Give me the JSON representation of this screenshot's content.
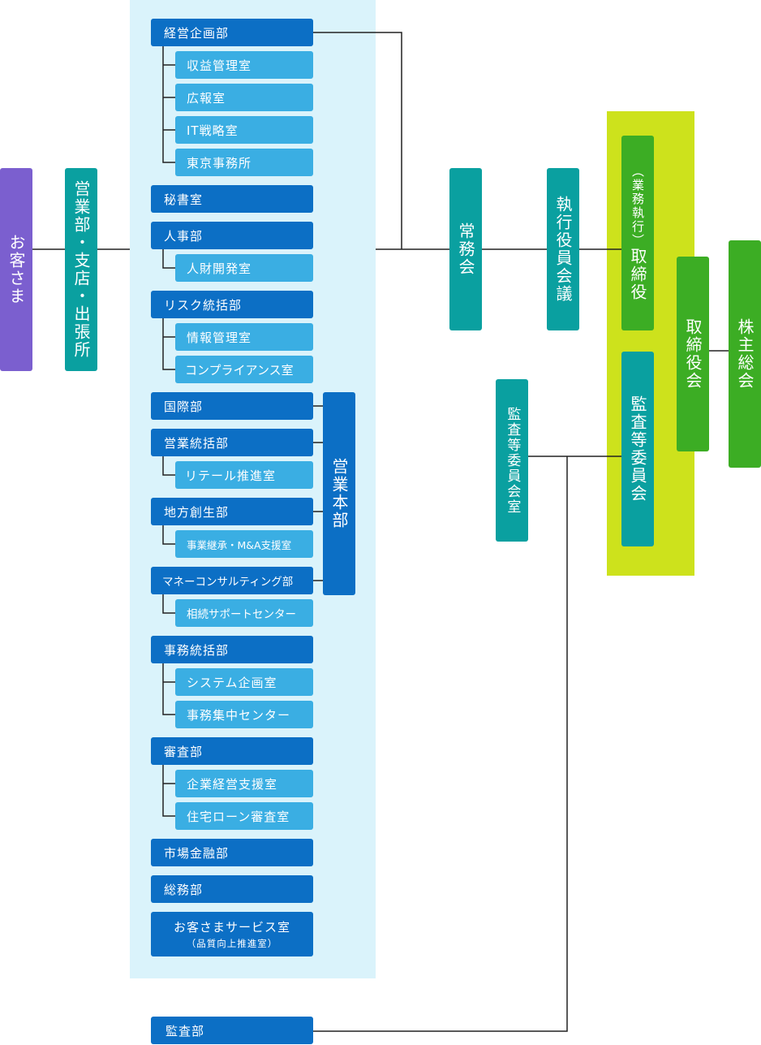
{
  "customer": "お客さま",
  "branches": "営業部・支店・出張所",
  "departments": [
    {
      "id": "keiei",
      "label": "経営企画部",
      "subs": [
        "収益管理室",
        "広報室",
        "IT戦略室",
        "東京事務所"
      ]
    },
    {
      "id": "hisho",
      "label": "秘書室",
      "subs": []
    },
    {
      "id": "jinji",
      "label": "人事部",
      "subs": [
        "人財開発室"
      ]
    },
    {
      "id": "risk",
      "label": "リスク統括部",
      "subs": [
        "情報管理室",
        "コンプライアンス室"
      ]
    },
    {
      "id": "kokusai",
      "label": "国際部",
      "subs": []
    },
    {
      "id": "eigyo",
      "label": "営業統括部",
      "subs": [
        "リテール推進室"
      ]
    },
    {
      "id": "chiho",
      "label": "地方創生部",
      "subs": [
        "事業継承・M&A支援室"
      ]
    },
    {
      "id": "money",
      "label": "マネーコンサルティング部",
      "subs": [
        "相続サポートセンター"
      ]
    },
    {
      "id": "jimu",
      "label": "事務統括部",
      "subs": [
        "システム企画室",
        "事務集中センター"
      ]
    },
    {
      "id": "shinsa",
      "label": "審査部",
      "subs": [
        "企業経営支援室",
        "住宅ローン審査室"
      ]
    },
    {
      "id": "shijo",
      "label": "市場金融部",
      "subs": []
    },
    {
      "id": "somu",
      "label": "総務部",
      "subs": []
    },
    {
      "id": "service",
      "label": "お客さまサービス室",
      "sublabel": "（品質向上推進室）",
      "subs": []
    }
  ],
  "sales_hq": "営業本部",
  "audit_dept": "監査部",
  "jomukai": "常務会",
  "executive_meeting": "執行役員会議",
  "directors_exec_paren": "（業務執行）",
  "directors_exec": "取締役",
  "audit_committee": "監査等委員会",
  "audit_committee_office": "監査等委員会室",
  "board": "取締役会",
  "shareholders": "株主総会",
  "colors": {
    "purple": "#7b5fcf",
    "teal": "#0aa0a0",
    "dark_blue": "#0c6fc5",
    "light_blue": "#3aaee3",
    "green": "#3cad24",
    "lime": "#cde21c",
    "panel": "#daf3fb"
  }
}
